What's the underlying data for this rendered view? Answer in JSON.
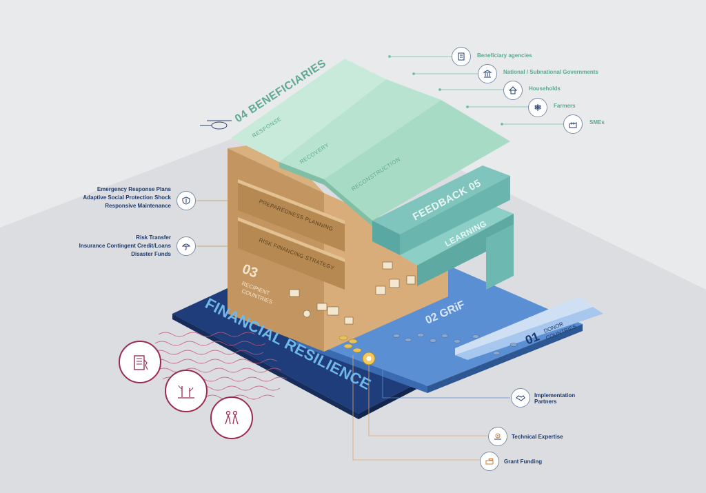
{
  "layers": {
    "financial_resilience": "FINANCIAL RESILIENCE",
    "grif": "02 GRiF",
    "donor_num": "01",
    "donor_line1": "DONOR",
    "donor_line2": "COUNTRIES",
    "recipient_num": "03",
    "recipient_line1": "RECIPIENT",
    "recipient_line2": "COUNTRIES",
    "preparedness": "PREPAREDNESS PLANNING",
    "risk_financing": "RISK FINANCING STRATEGY",
    "beneficiaries": "04 BENEFICIARIES",
    "response": "RESPONSE",
    "recovery": "RECOVERY",
    "reconstruction": "RECONSTRUCTION",
    "feedback": "FEEDBACK 05",
    "learning": "LEARNING"
  },
  "beneficiary_types": [
    {
      "label": "Beneficiary agencies",
      "icon": "document-icon"
    },
    {
      "label": "National / Subnational Governments",
      "icon": "government-building-icon"
    },
    {
      "label": "Households",
      "icon": "house-icon"
    },
    {
      "label": "Farmers",
      "icon": "wheat-icon"
    },
    {
      "label": "SMEs",
      "icon": "factory-icon"
    }
  ],
  "left_annotations": {
    "group1": [
      "Emergency Response Plans",
      "Adaptive Social Protection Shock",
      "Responsive Maintenance"
    ],
    "group1_icon": "shield-icon",
    "group2": [
      "Risk Transfer",
      "Insurance Contingent Credit/Loans",
      "Disaster Funds"
    ],
    "group2_icon": "umbrella-icon"
  },
  "bottom_annotations": [
    {
      "label_lines": [
        "Implementation",
        "Partners"
      ],
      "icon": "handshake-icon"
    },
    {
      "label_lines": [
        "Technical Expertise"
      ],
      "icon": "gear-hand-icon"
    },
    {
      "label_lines": [
        "Grant Funding"
      ],
      "icon": "money-stack-icon"
    }
  ],
  "hazard_icons": [
    "damaged-building-icon",
    "drought-plants-icon",
    "displaced-people-icon"
  ],
  "colors": {
    "navy": "#1d3a6b",
    "blue": "#3a72c1",
    "light_blue": "#8cb4e6",
    "tan": "#c79862",
    "mint": "#b5e2cf",
    "teal": "#7ec3ba",
    "crimson": "#9b2a50",
    "gold": "#e2b94a"
  }
}
